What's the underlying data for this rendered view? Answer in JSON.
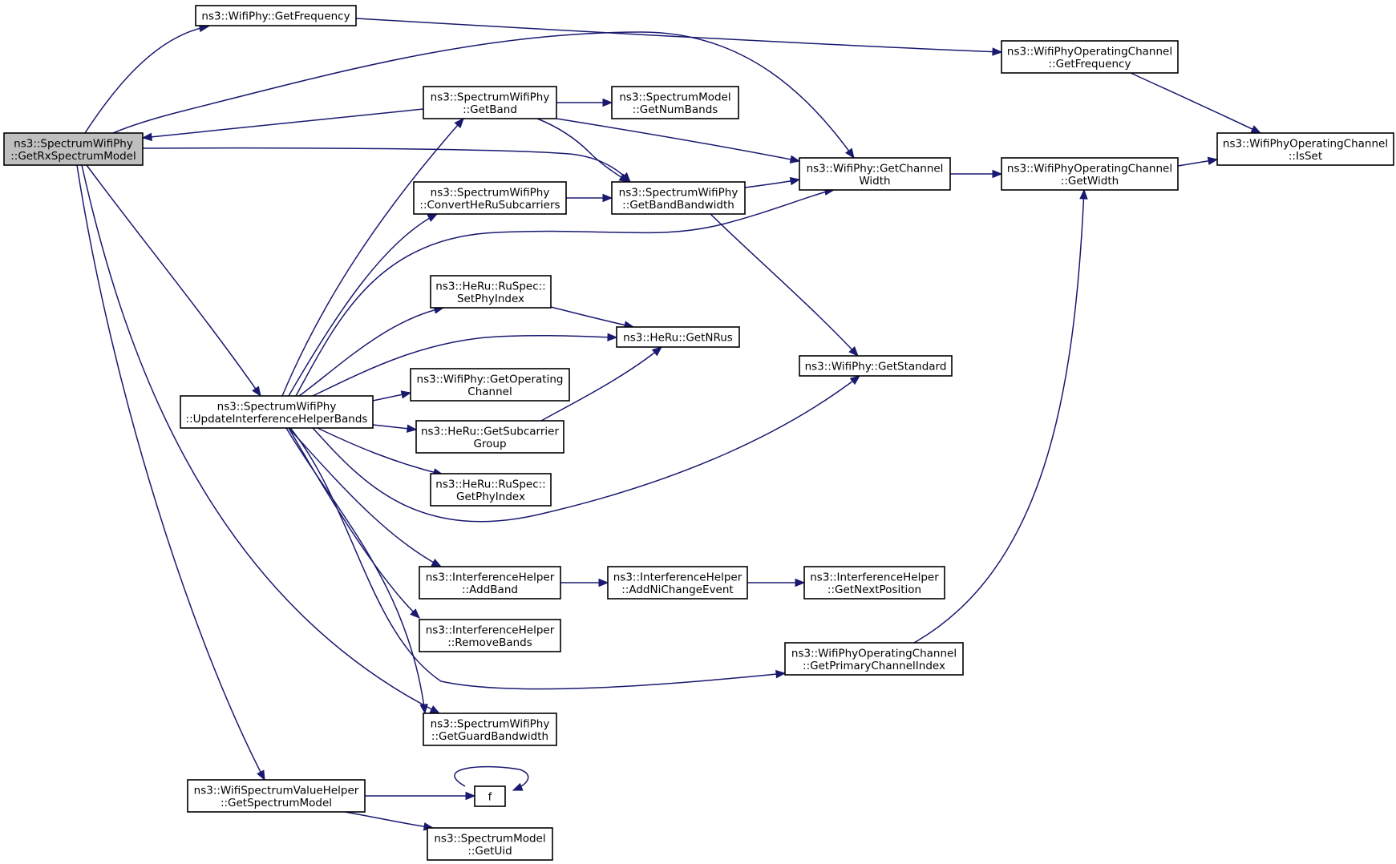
{
  "graph": {
    "nodes": [
      {
        "id": "get_rx_spectrum_model",
        "lines": [
          "ns3::SpectrumWifiPhy",
          "::GetRxSpectrumModel"
        ],
        "highlighted": true
      },
      {
        "id": "wifiphy_get_frequency",
        "lines": [
          "ns3::WifiPhy::GetFrequency"
        ]
      },
      {
        "id": "woc_get_frequency",
        "lines": [
          "ns3::WifiPhyOperatingChannel",
          "::GetFrequency"
        ]
      },
      {
        "id": "swp_get_band",
        "lines": [
          "ns3::SpectrumWifiPhy",
          "::GetBand"
        ]
      },
      {
        "id": "sm_get_num_bands",
        "lines": [
          "ns3::SpectrumModel",
          "::GetNumBands"
        ]
      },
      {
        "id": "woc_is_set",
        "lines": [
          "ns3::WifiPhyOperatingChannel",
          "::IsSet"
        ]
      },
      {
        "id": "wifiphy_get_channel_width",
        "lines": [
          "ns3::WifiPhy::GetChannel",
          "Width"
        ]
      },
      {
        "id": "woc_get_width",
        "lines": [
          "ns3::WifiPhyOperatingChannel",
          "::GetWidth"
        ]
      },
      {
        "id": "swp_convert_heru",
        "lines": [
          "ns3::SpectrumWifiPhy",
          "::ConvertHeRuSubcarriers"
        ]
      },
      {
        "id": "swp_get_band_bandwidth",
        "lines": [
          "ns3::SpectrumWifiPhy",
          "::GetBandBandwidth"
        ]
      },
      {
        "id": "heru_ruspec_set_phy_index",
        "lines": [
          "ns3::HeRu::RuSpec::",
          "SetPhyIndex"
        ]
      },
      {
        "id": "heru_get_nrus",
        "lines": [
          "ns3::HeRu::GetNRus"
        ]
      },
      {
        "id": "wifiphy_get_standard",
        "lines": [
          "ns3::WifiPhy::GetStandard"
        ]
      },
      {
        "id": "swp_update_ih_bands",
        "lines": [
          "ns3::SpectrumWifiPhy",
          "::UpdateInterferenceHelperBands"
        ]
      },
      {
        "id": "wifiphy_get_operating_channel",
        "lines": [
          "ns3::WifiPhy::GetOperating",
          "Channel"
        ]
      },
      {
        "id": "heru_get_subcarrier_group",
        "lines": [
          "ns3::HeRu::GetSubcarrier",
          "Group"
        ]
      },
      {
        "id": "heru_ruspec_get_phy_index",
        "lines": [
          "ns3::HeRu::RuSpec::",
          "GetPhyIndex"
        ]
      },
      {
        "id": "ih_add_band",
        "lines": [
          "ns3::InterferenceHelper",
          "::AddBand"
        ]
      },
      {
        "id": "ih_add_ni_change_event",
        "lines": [
          "ns3::InterferenceHelper",
          "::AddNiChangeEvent"
        ]
      },
      {
        "id": "ih_get_next_position",
        "lines": [
          "ns3::InterferenceHelper",
          "::GetNextPosition"
        ]
      },
      {
        "id": "ih_remove_bands",
        "lines": [
          "ns3::InterferenceHelper",
          "::RemoveBands"
        ]
      },
      {
        "id": "woc_get_primary_channel_index",
        "lines": [
          "ns3::WifiPhyOperatingChannel",
          "::GetPrimaryChannelIndex"
        ]
      },
      {
        "id": "swp_get_guard_bandwidth",
        "lines": [
          "ns3::SpectrumWifiPhy",
          "::GetGuardBandwidth"
        ]
      },
      {
        "id": "wsvh_get_spectrum_model",
        "lines": [
          "ns3::WifiSpectrumValueHelper",
          "::GetSpectrumModel"
        ]
      },
      {
        "id": "f",
        "lines": [
          "f"
        ]
      },
      {
        "id": "sm_get_uid",
        "lines": [
          "ns3::SpectrumModel",
          "::GetUid"
        ]
      }
    ],
    "edges": [
      {
        "from": "get_rx_spectrum_model",
        "to": "wifiphy_get_frequency"
      },
      {
        "from": "get_rx_spectrum_model",
        "to": "wifiphy_get_channel_width"
      },
      {
        "from": "swp_get_band",
        "to": "get_rx_spectrum_model"
      },
      {
        "from": "get_rx_spectrum_model",
        "to": "swp_get_band_bandwidth"
      },
      {
        "from": "get_rx_spectrum_model",
        "to": "swp_update_ih_bands"
      },
      {
        "from": "get_rx_spectrum_model",
        "to": "swp_get_guard_bandwidth"
      },
      {
        "from": "get_rx_spectrum_model",
        "to": "wsvh_get_spectrum_model"
      },
      {
        "from": "wifiphy_get_frequency",
        "to": "woc_get_frequency"
      },
      {
        "from": "woc_get_frequency",
        "to": "woc_is_set"
      },
      {
        "from": "swp_get_band",
        "to": "sm_get_num_bands"
      },
      {
        "from": "swp_get_band",
        "to": "wifiphy_get_channel_width"
      },
      {
        "from": "swp_get_band",
        "to": "swp_get_band_bandwidth"
      },
      {
        "from": "wifiphy_get_channel_width",
        "to": "woc_get_width"
      },
      {
        "from": "woc_get_width",
        "to": "woc_is_set"
      },
      {
        "from": "swp_convert_heru",
        "to": "swp_get_band_bandwidth"
      },
      {
        "from": "swp_get_band_bandwidth",
        "to": "wifiphy_get_channel_width"
      },
      {
        "from": "swp_get_band_bandwidth",
        "to": "wifiphy_get_standard"
      },
      {
        "from": "heru_ruspec_set_phy_index",
        "to": "heru_get_nrus"
      },
      {
        "from": "swp_update_ih_bands",
        "to": "swp_get_band"
      },
      {
        "from": "swp_update_ih_bands",
        "to": "swp_convert_heru"
      },
      {
        "from": "swp_update_ih_bands",
        "to": "wifiphy_get_channel_width"
      },
      {
        "from": "swp_update_ih_bands",
        "to": "heru_ruspec_set_phy_index"
      },
      {
        "from": "swp_update_ih_bands",
        "to": "heru_get_nrus"
      },
      {
        "from": "swp_update_ih_bands",
        "to": "wifiphy_get_operating_channel"
      },
      {
        "from": "swp_update_ih_bands",
        "to": "heru_get_subcarrier_group"
      },
      {
        "from": "swp_update_ih_bands",
        "to": "heru_ruspec_get_phy_index"
      },
      {
        "from": "swp_update_ih_bands",
        "to": "wifiphy_get_standard"
      },
      {
        "from": "swp_update_ih_bands",
        "to": "ih_add_band"
      },
      {
        "from": "swp_update_ih_bands",
        "to": "ih_remove_bands"
      },
      {
        "from": "swp_update_ih_bands",
        "to": "woc_get_primary_channel_index"
      },
      {
        "from": "swp_update_ih_bands",
        "to": "swp_get_guard_bandwidth"
      },
      {
        "from": "heru_get_subcarrier_group",
        "to": "heru_get_nrus"
      },
      {
        "from": "ih_add_band",
        "to": "ih_add_ni_change_event"
      },
      {
        "from": "ih_add_ni_change_event",
        "to": "ih_get_next_position"
      },
      {
        "from": "woc_get_primary_channel_index",
        "to": "woc_get_width"
      },
      {
        "from": "wsvh_get_spectrum_model",
        "to": "f"
      },
      {
        "from": "f",
        "to": "f"
      },
      {
        "from": "wsvh_get_spectrum_model",
        "to": "sm_get_uid"
      }
    ]
  }
}
